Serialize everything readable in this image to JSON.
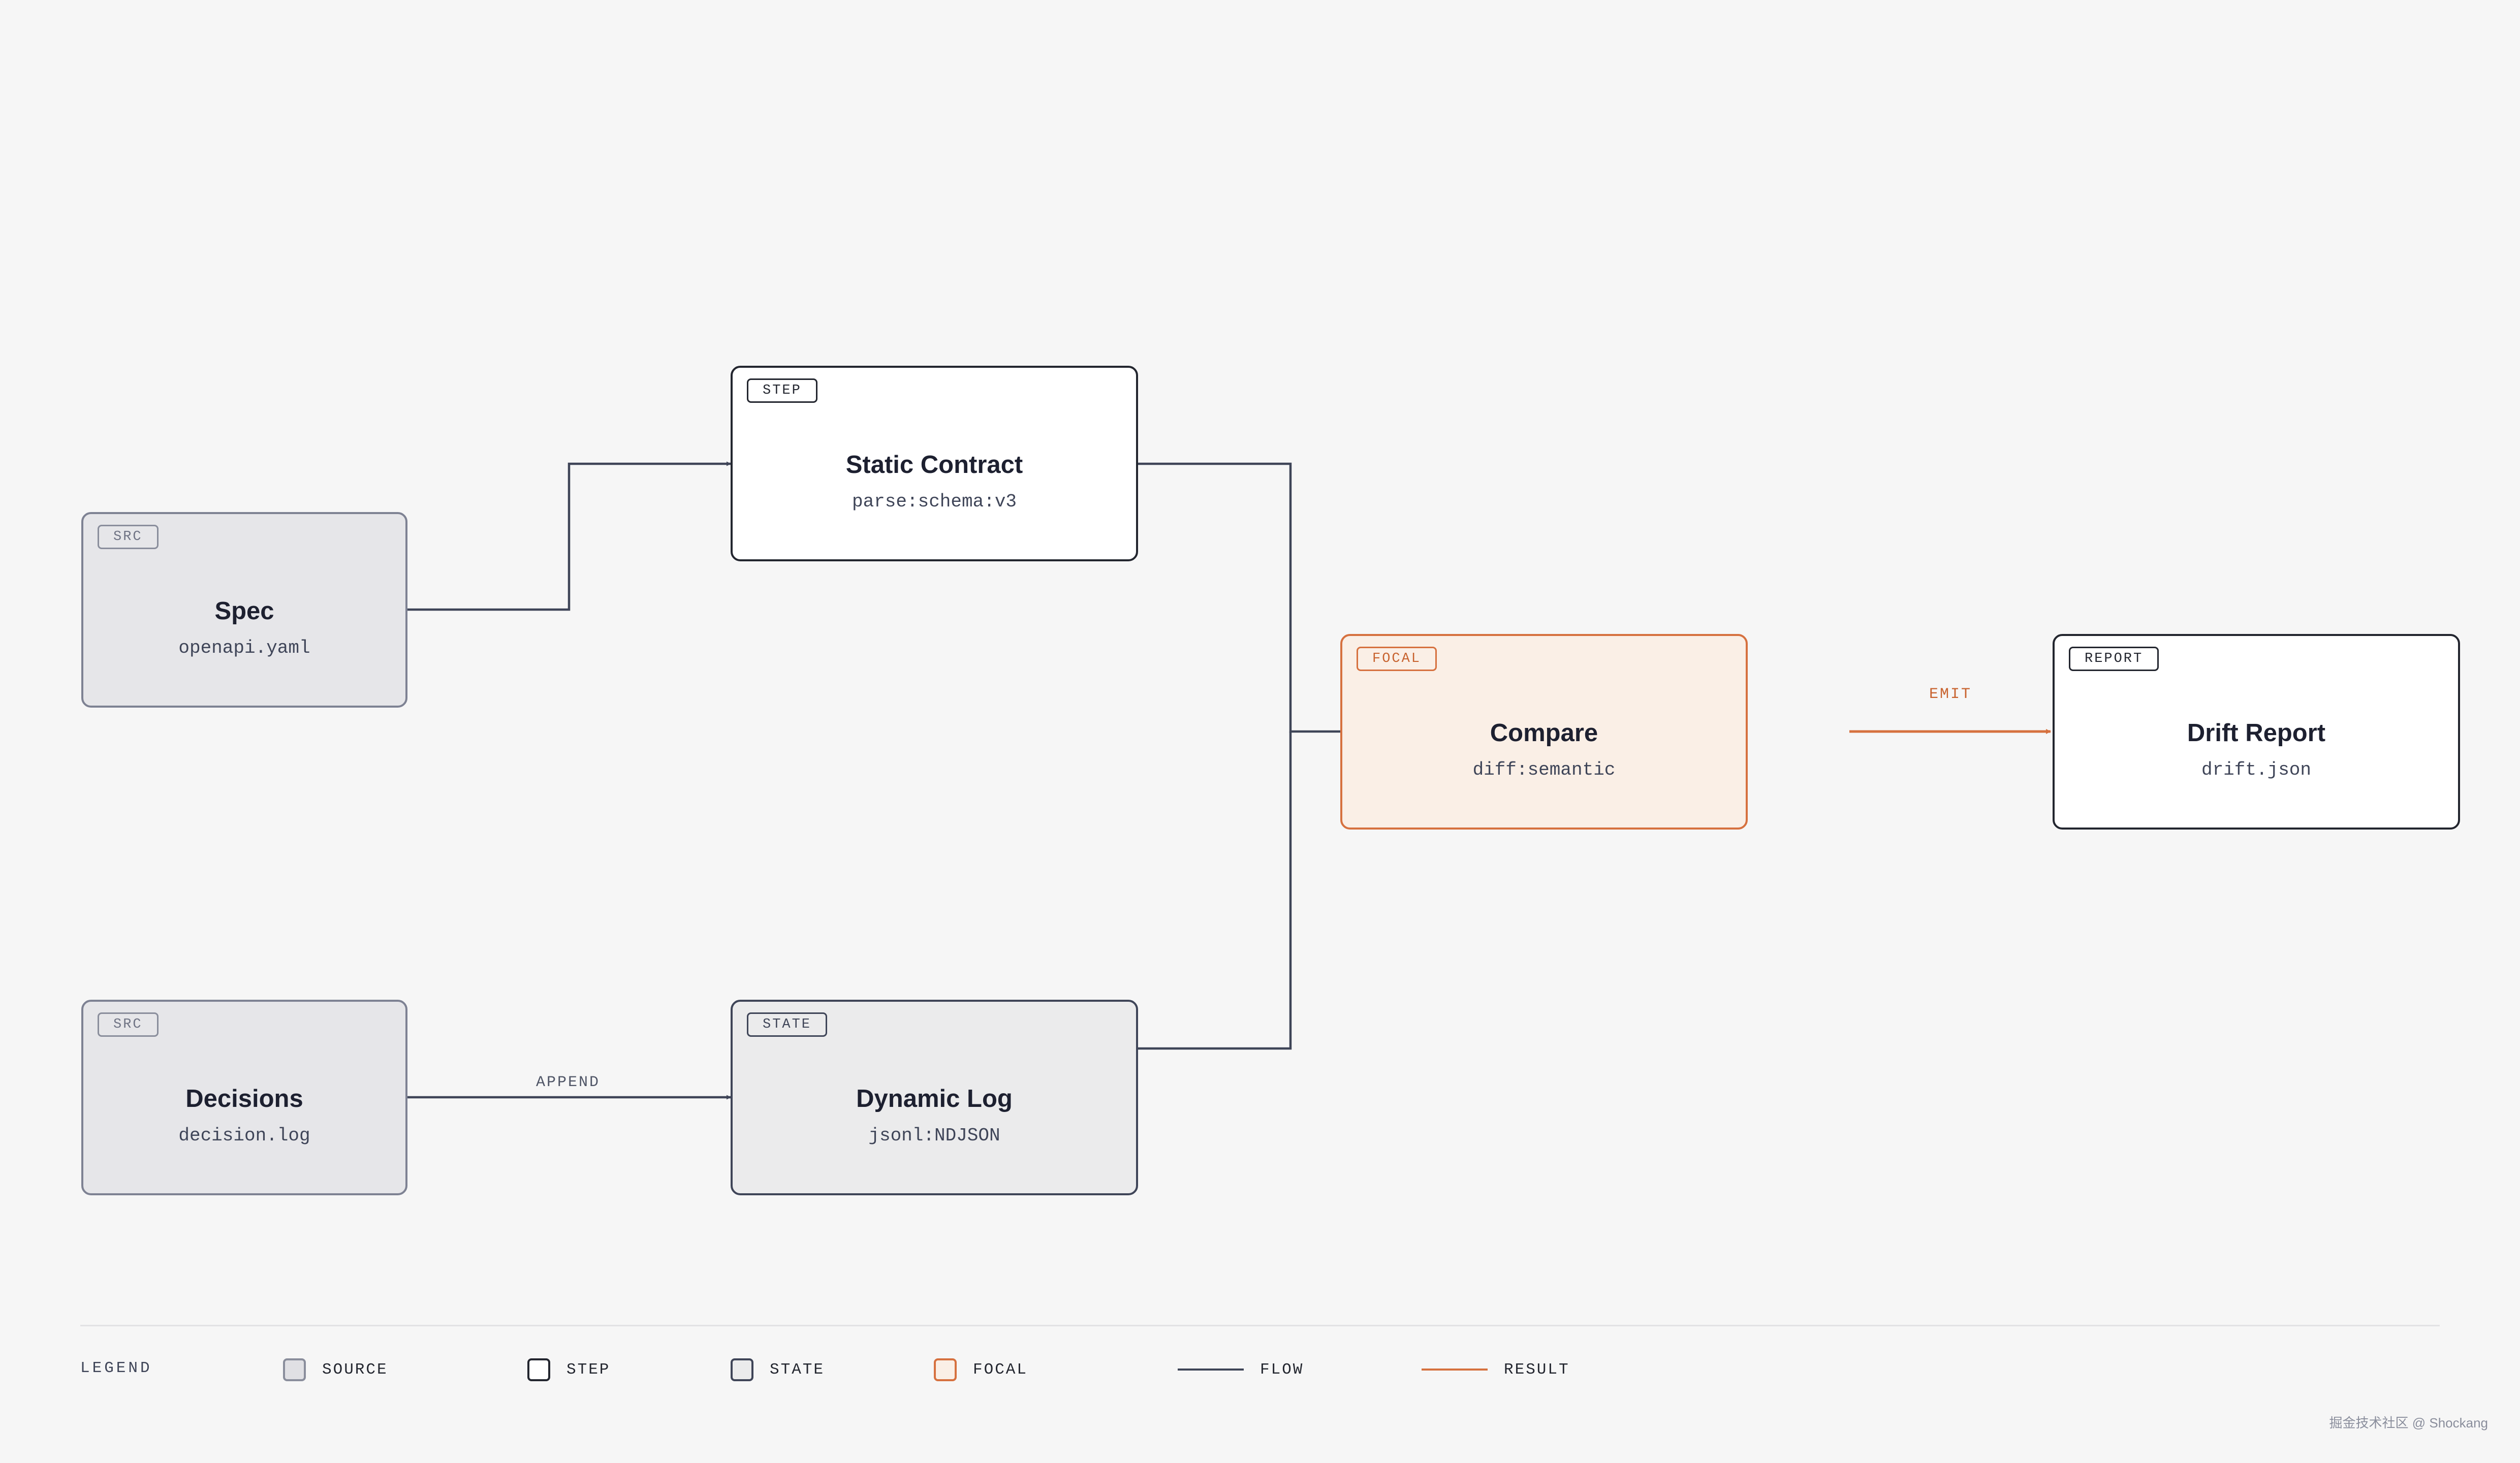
{
  "nodes": {
    "spec": {
      "tag": "SRC",
      "title": "Spec",
      "sub": "openapi.yaml"
    },
    "decisions": {
      "tag": "SRC",
      "title": "Decisions",
      "sub": "decision.log"
    },
    "static_contract": {
      "tag": "STEP",
      "title": "Static Contract",
      "sub": "parse:schema:v3"
    },
    "dynamic_log": {
      "tag": "STATE",
      "title": "Dynamic Log",
      "sub": "jsonl:NDJSON"
    },
    "compare": {
      "tag": "FOCAL",
      "title": "Compare",
      "sub": "diff:semantic"
    },
    "drift_report": {
      "tag": "REPORT",
      "title": "Drift Report",
      "sub": "drift.json"
    }
  },
  "edge_labels": {
    "append": "APPEND",
    "emit": "EMIT"
  },
  "legend": {
    "title": "LEGEND",
    "source": "SOURCE",
    "step": "STEP",
    "state": "STATE",
    "focal": "FOCAL",
    "flow": "FLOW",
    "result": "RESULT"
  },
  "colors": {
    "flow": "#3f4558",
    "result": "#d6713f",
    "focal_fill": "#faefe6",
    "source_fill": "#e6e6e9",
    "state_fill": "#ebebec",
    "background": "#f6f6f6"
  },
  "watermark": "掘金技术社区 @ Shockang"
}
